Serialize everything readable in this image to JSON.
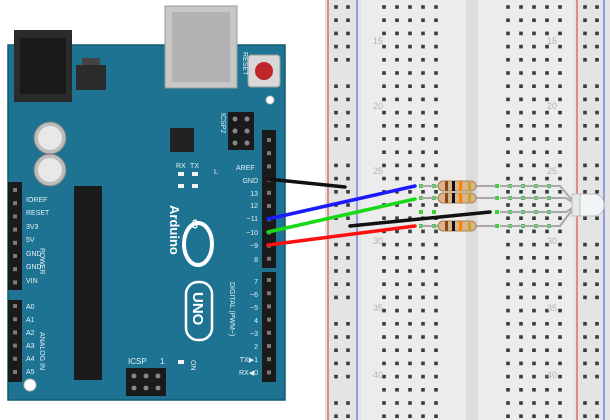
{
  "board": {
    "name": "Arduino",
    "model": "UNO",
    "reset_label": "RESET",
    "icsp2_label": "ICSP2",
    "icsp_label": "ICSP",
    "icsp_pin1": "1",
    "rx_label": "RX",
    "tx_label": "TX",
    "l_label": "L",
    "on_label": "ON",
    "aref_label": "AREF",
    "digital_label": "DIGITAL (PWM~)",
    "power_label": "POWER",
    "analog_label": "ANALOG IN",
    "digital_pins": [
      {
        "label": "GND"
      },
      {
        "label": "13"
      },
      {
        "label": "12"
      },
      {
        "label": "~11"
      },
      {
        "label": "~10"
      },
      {
        "label": "~9"
      },
      {
        "label": "8"
      }
    ],
    "digital_pins_low": [
      {
        "label": "7"
      },
      {
        "label": "~6"
      },
      {
        "label": "~5"
      },
      {
        "label": "4"
      },
      {
        "label": "~3"
      },
      {
        "label": "2"
      },
      {
        "label": "TX▶1"
      },
      {
        "label": "RX◀0"
      }
    ],
    "power_pins": [
      {
        "label": "IOREF"
      },
      {
        "label": "RESET"
      },
      {
        "label": "3V3"
      },
      {
        "label": "5V"
      },
      {
        "label": "GND"
      },
      {
        "label": "GND"
      },
      {
        "label": "VIN"
      }
    ],
    "analog_pins": [
      {
        "label": "A0"
      },
      {
        "label": "A1"
      },
      {
        "label": "A2"
      },
      {
        "label": "A3"
      },
      {
        "label": "A4"
      },
      {
        "label": "A5"
      }
    ]
  },
  "breadboard": {
    "row_numbers_left": [
      "15",
      "20",
      "25",
      "30",
      "35",
      "40"
    ],
    "row_numbers_right": [
      "15",
      "20",
      "25",
      "30",
      "35",
      "40"
    ]
  },
  "colors": {
    "board": "#1d7391",
    "board_dark": "#135a72",
    "breadboard": "#ececec",
    "wire_black": "#111111",
    "wire_blue": "#1a1aff",
    "wire_green": "#18d818",
    "wire_red": "#ff1010",
    "rail_red": "#d9534f",
    "rail_blue": "#5b6fd6"
  }
}
